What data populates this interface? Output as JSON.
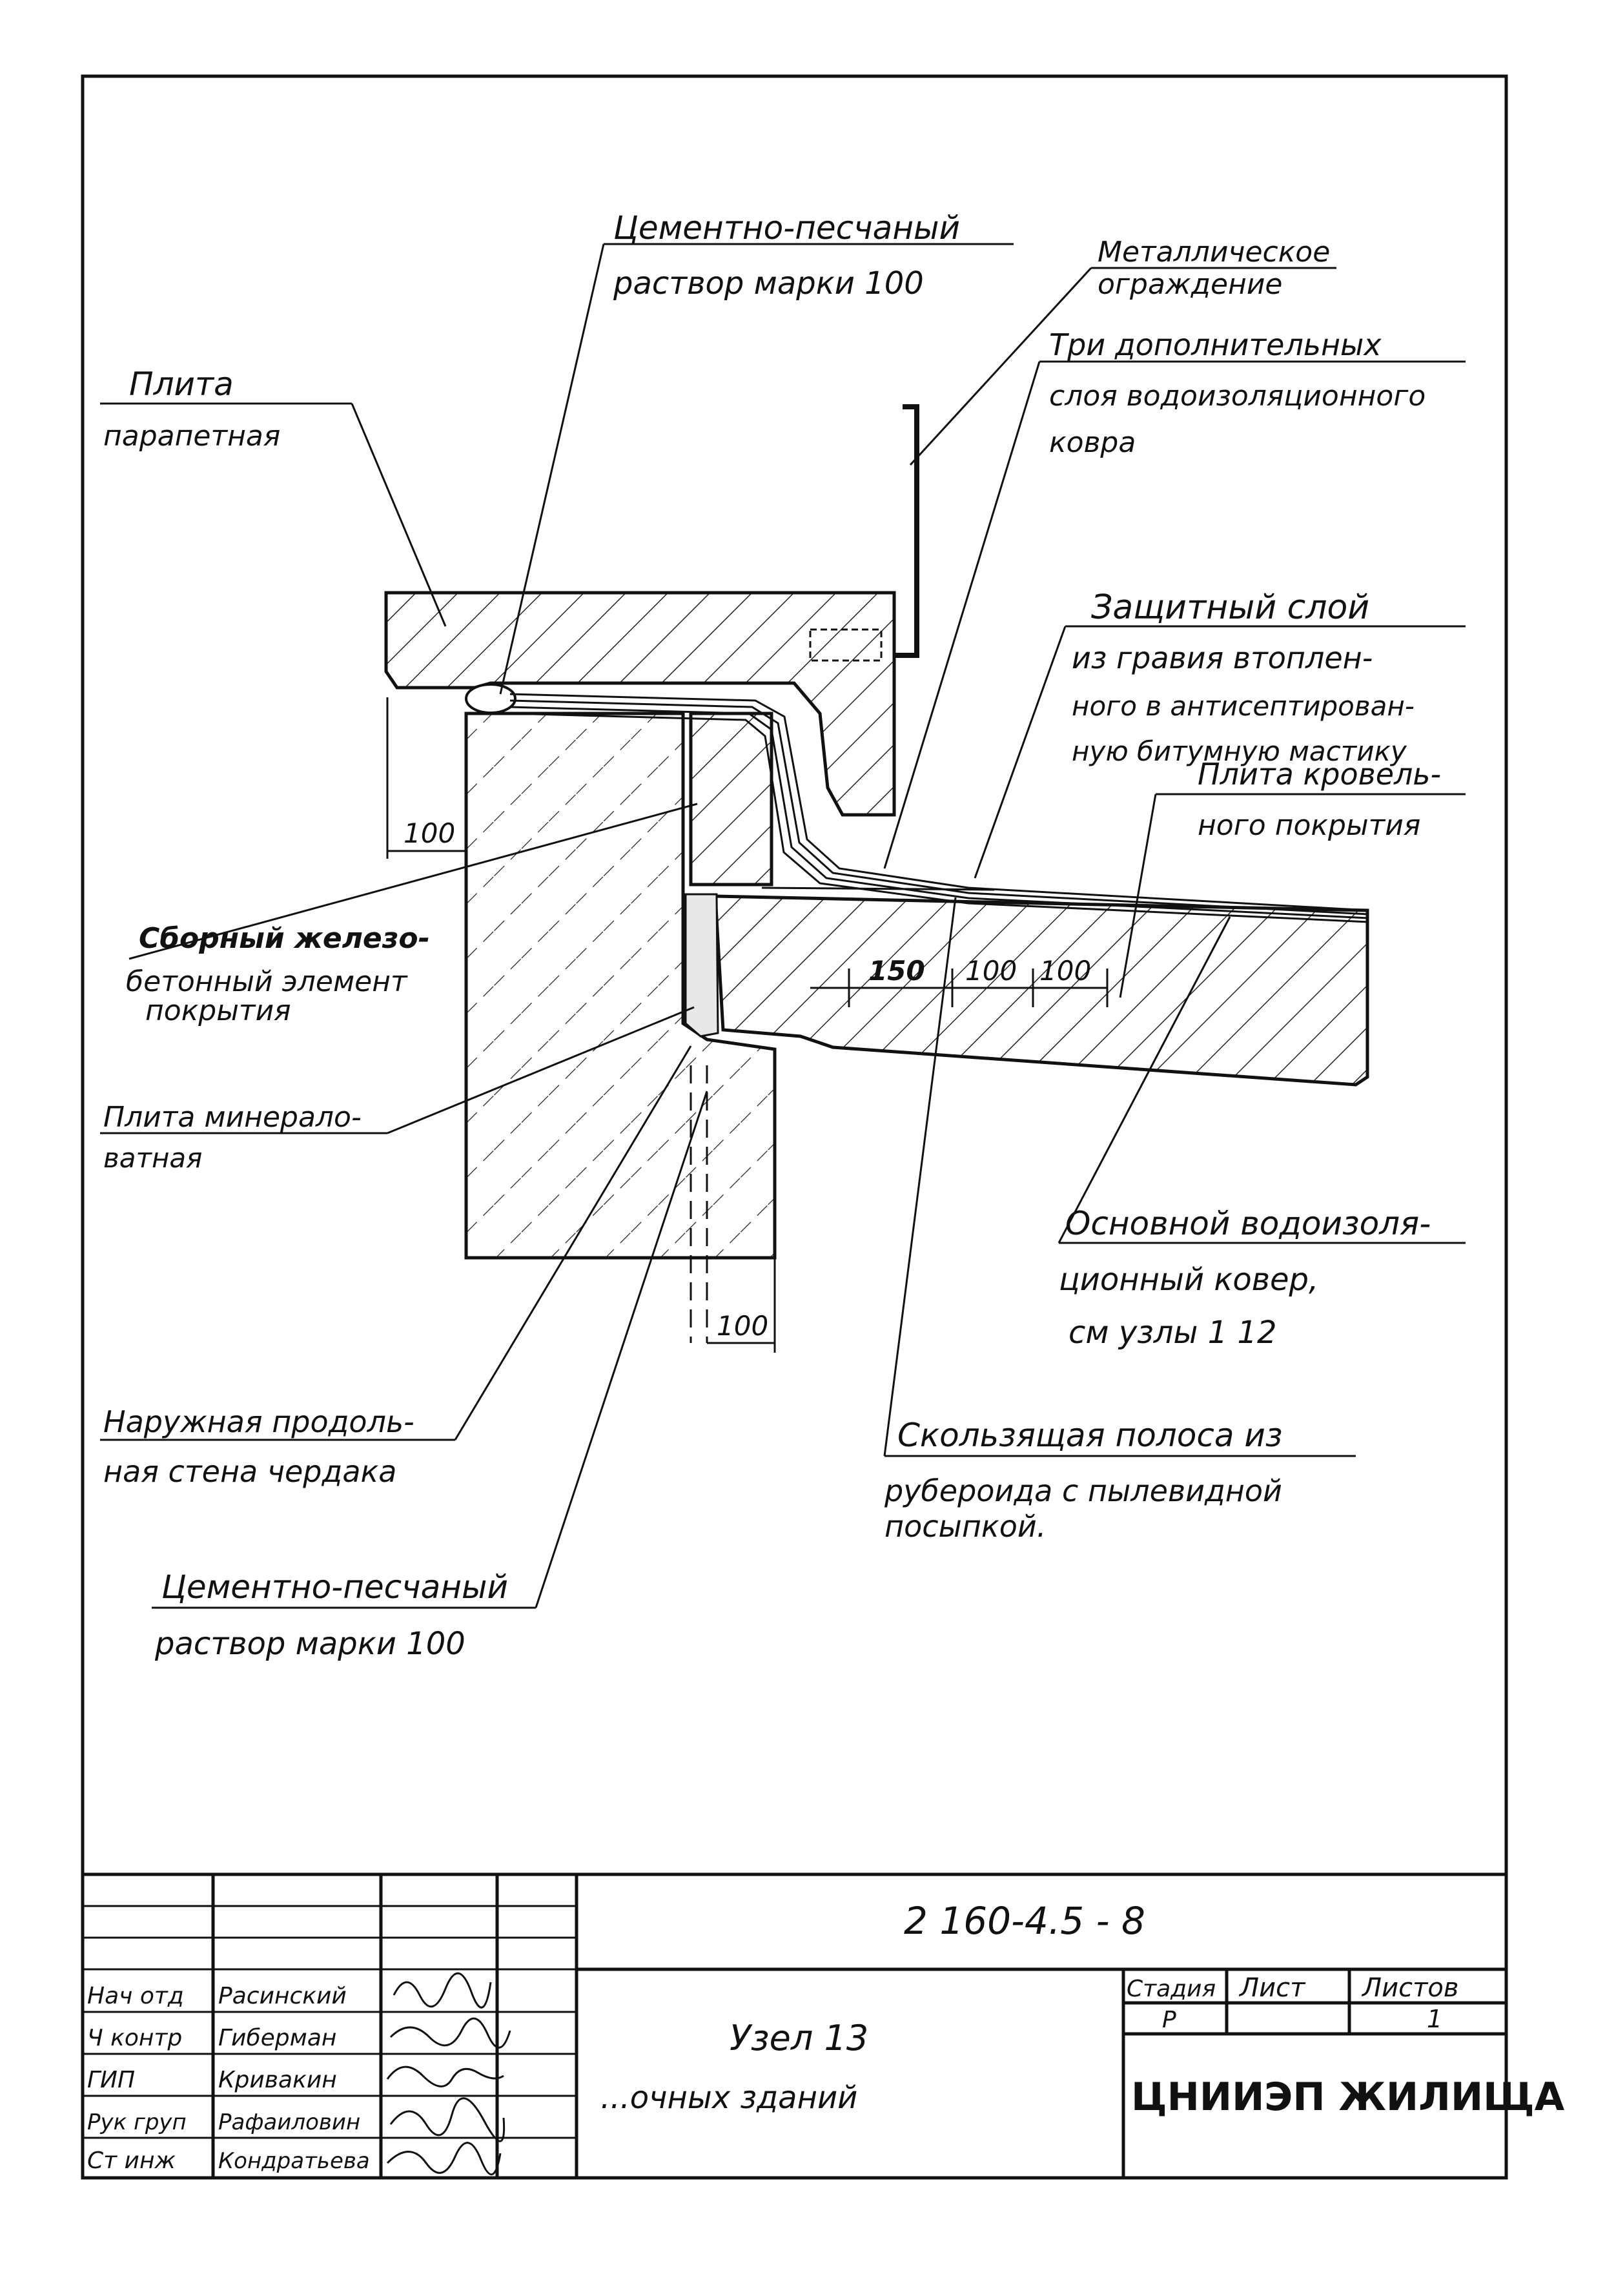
{
  "labels": {
    "cement_mortar_top_1": "Цементно-песчаный",
    "cement_mortar_top_2": "раствор марки 100",
    "metal_railing_1": "Металлическое",
    "metal_railing_2": "ограждение",
    "parapet_slab_1": "Плита",
    "parapet_slab_2": "парапетная",
    "three_layers_1": "Три дополнительных",
    "three_layers_2": "слоя водоизоляционного",
    "three_layers_3": "ковра",
    "protective_layer_1": "Защитный слой",
    "protective_layer_2": "из гравия втоплен-",
    "protective_layer_3": "ного в антисептирован-",
    "protective_layer_4": "ную битумную мастику",
    "roof_slab_1": "Плита кровель-",
    "roof_slab_2": "ного покрытия",
    "precast_element_1": "Сборный железо-",
    "precast_element_2": "бетонный элемент",
    "precast_element_3": "покрытия",
    "mineral_wool_1": "Плита минерало-",
    "mineral_wool_2": "ватная",
    "main_carpet_1": "Основной водоизоля-",
    "main_carpet_2": "ционный ковер,",
    "main_carpet_3": "см узлы 1  12",
    "outer_wall_1": "Наружная продоль-",
    "outer_wall_2": "ная стена чердака",
    "sliding_strip_1": "Скользящая полоса из",
    "sliding_strip_2": "рубероида с пылевидной",
    "sliding_strip_3": "посыпкой.",
    "cement_mortar_bottom_1": "Цементно-песчаный",
    "cement_mortar_bottom_2": "раствор марки 100"
  },
  "dimensions": {
    "d_top_left": "100",
    "d_bottom": "100",
    "d_150": "150",
    "d_100a": "100",
    "d_100b": "100"
  },
  "title_block": {
    "doc_number": "2 160-4.5  - 8",
    "title_1": "Узел 13",
    "title_2": "...очных зданий",
    "stage_header": "Стадия",
    "sheet_header": "Лист",
    "sheets_header": "Листов",
    "stage_value": "Р",
    "sheet_value": "",
    "sheets_value": "1",
    "organization": "ЦНИИЭП ЖИЛИЩА",
    "staff": [
      {
        "role": "Нач отд",
        "name": "Расинский"
      },
      {
        "role": "Ч контр",
        "name": "Гиберман"
      },
      {
        "role": "ГИП",
        "name": "Кривакин"
      },
      {
        "role": "Рук груп",
        "name": "Рафаиловин"
      },
      {
        "role": "Ст инж",
        "name": "Кондратьева"
      }
    ]
  }
}
